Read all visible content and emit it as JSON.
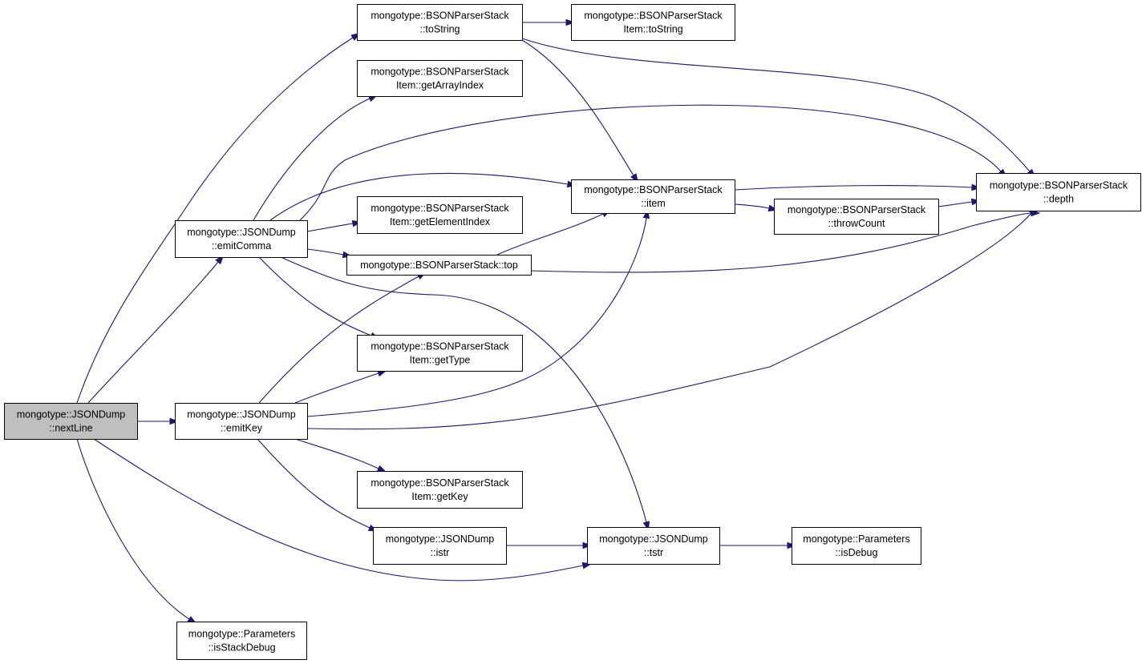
{
  "graph": {
    "nodes": [
      {
        "id": "nextLine",
        "lines": [
          "mongotype::JSONDump",
          "::nextLine"
        ],
        "root": true
      },
      {
        "id": "emitComma",
        "lines": [
          "mongotype::JSONDump",
          "::emitComma"
        ]
      },
      {
        "id": "emitKey",
        "lines": [
          "mongotype::JSONDump",
          "::emitKey"
        ]
      },
      {
        "id": "isStackDebug",
        "lines": [
          "mongotype::Parameters",
          "::isStackDebug"
        ]
      },
      {
        "id": "stackToString",
        "lines": [
          "mongotype::BSONParserStack",
          "::toString"
        ]
      },
      {
        "id": "itemToString",
        "lines": [
          "mongotype::BSONParserStack",
          "Item::toString"
        ]
      },
      {
        "id": "getArrayIndex",
        "lines": [
          "mongotype::BSONParserStack",
          "Item::getArrayIndex"
        ]
      },
      {
        "id": "getElementIndex",
        "lines": [
          "mongotype::BSONParserStack",
          "Item::getElementIndex"
        ]
      },
      {
        "id": "top",
        "lines": [
          "mongotype::BSONParserStack::top"
        ]
      },
      {
        "id": "getType",
        "lines": [
          "mongotype::BSONParserStack",
          "Item::getType"
        ]
      },
      {
        "id": "getKey",
        "lines": [
          "mongotype::BSONParserStack",
          "Item::getKey"
        ]
      },
      {
        "id": "istr",
        "lines": [
          "mongotype::JSONDump",
          "::istr"
        ]
      },
      {
        "id": "tstr",
        "lines": [
          "mongotype::JSONDump",
          "::tstr"
        ]
      },
      {
        "id": "item",
        "lines": [
          "mongotype::BSONParserStack",
          "::item"
        ]
      },
      {
        "id": "throwCount",
        "lines": [
          "mongotype::BSONParserStack",
          "::throwCount"
        ]
      },
      {
        "id": "depth",
        "lines": [
          "mongotype::BSONParserStack",
          "::depth"
        ]
      },
      {
        "id": "isDebug",
        "lines": [
          "mongotype::Parameters",
          "::isDebug"
        ]
      }
    ],
    "edges": [
      {
        "from": "nextLine",
        "to": "stackToString"
      },
      {
        "from": "nextLine",
        "to": "emitComma"
      },
      {
        "from": "nextLine",
        "to": "emitKey"
      },
      {
        "from": "nextLine",
        "to": "tstr"
      },
      {
        "from": "nextLine",
        "to": "isStackDebug"
      },
      {
        "from": "stackToString",
        "to": "itemToString"
      },
      {
        "from": "stackToString",
        "to": "item"
      },
      {
        "from": "stackToString",
        "to": "depth"
      },
      {
        "from": "emitComma",
        "to": "getArrayIndex"
      },
      {
        "from": "emitComma",
        "to": "depth"
      },
      {
        "from": "emitComma",
        "to": "item"
      },
      {
        "from": "emitComma",
        "to": "getElementIndex"
      },
      {
        "from": "emitComma",
        "to": "top"
      },
      {
        "from": "emitComma",
        "to": "getType"
      },
      {
        "from": "emitComma",
        "to": "tstr"
      },
      {
        "from": "emitKey",
        "to": "top"
      },
      {
        "from": "emitKey",
        "to": "getType"
      },
      {
        "from": "emitKey",
        "to": "item"
      },
      {
        "from": "emitKey",
        "to": "depth"
      },
      {
        "from": "emitKey",
        "to": "getKey"
      },
      {
        "from": "emitKey",
        "to": "istr"
      },
      {
        "from": "top",
        "to": "item"
      },
      {
        "from": "top",
        "to": "depth"
      },
      {
        "from": "item",
        "to": "depth"
      },
      {
        "from": "item",
        "to": "throwCount"
      },
      {
        "from": "throwCount",
        "to": "depth"
      },
      {
        "from": "istr",
        "to": "tstr"
      },
      {
        "from": "tstr",
        "to": "isDebug"
      }
    ]
  }
}
